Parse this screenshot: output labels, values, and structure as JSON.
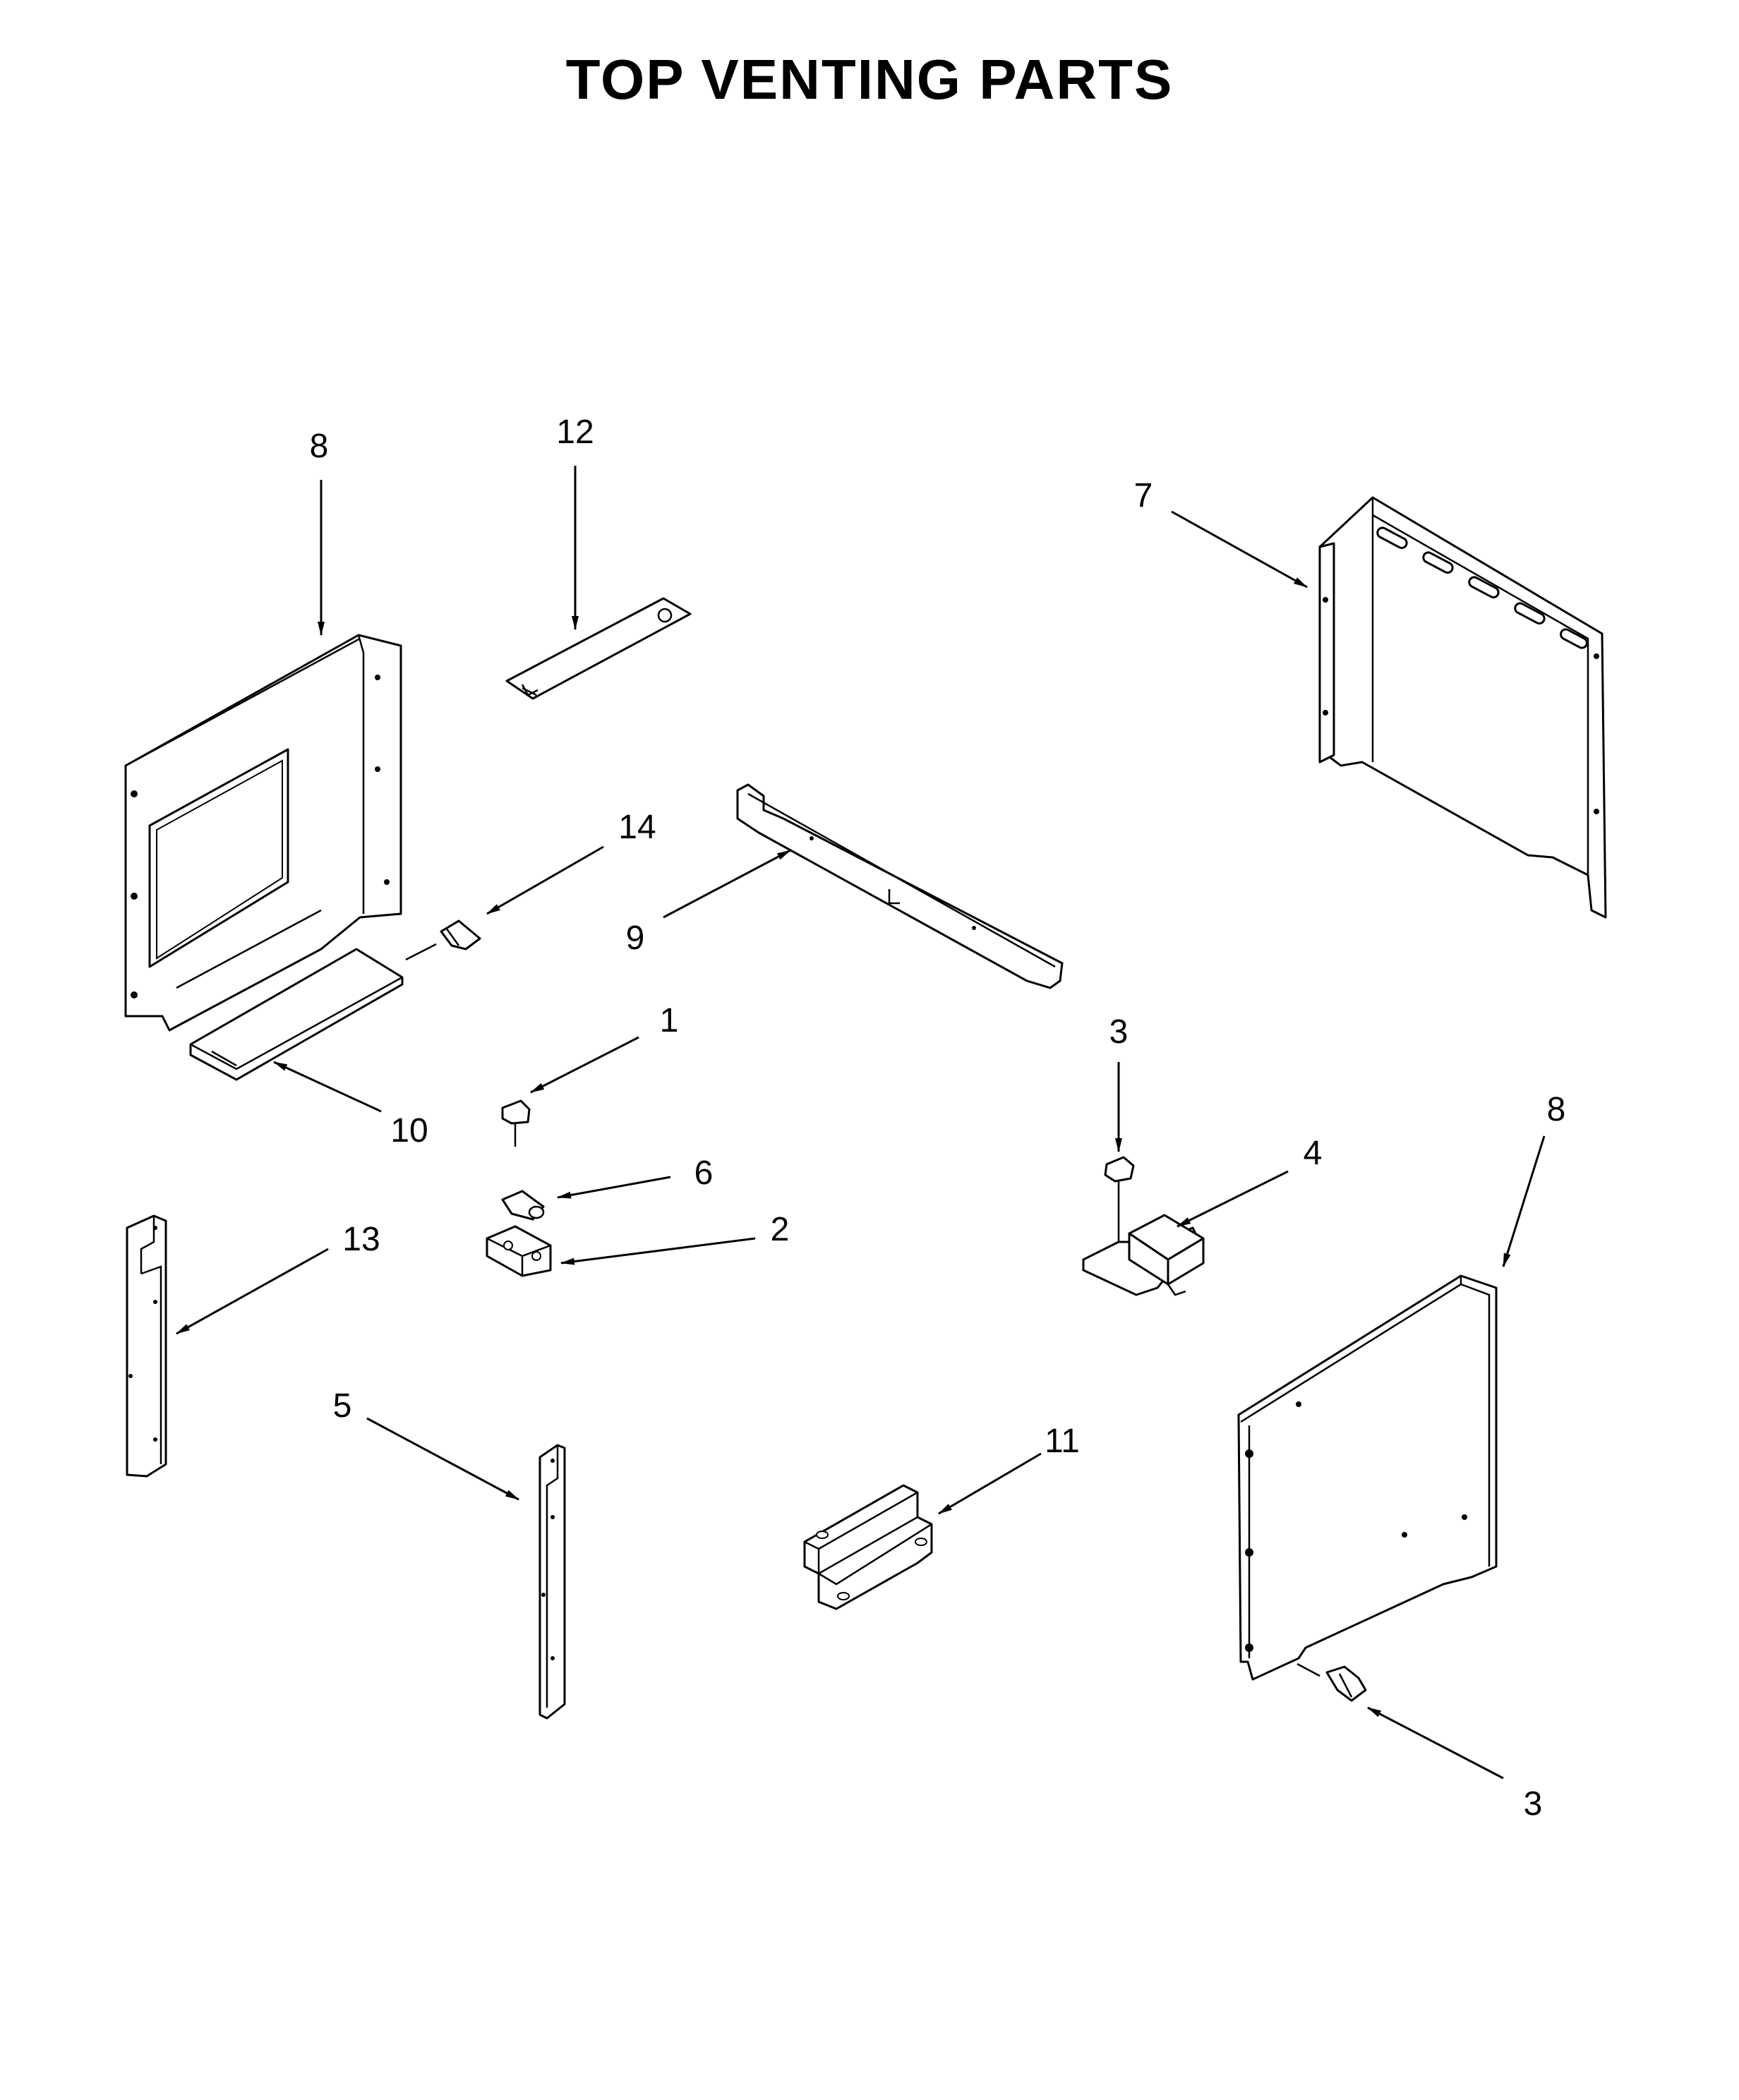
{
  "title": "TOP VENTING PARTS",
  "callouts": [
    {
      "id": "c8a",
      "label": "8"
    },
    {
      "id": "c12",
      "label": "12"
    },
    {
      "id": "c7",
      "label": "7"
    },
    {
      "id": "c14",
      "label": "14"
    },
    {
      "id": "c9",
      "label": "9"
    },
    {
      "id": "c1",
      "label": "1"
    },
    {
      "id": "c3a",
      "label": "3"
    },
    {
      "id": "c8b",
      "label": "8"
    },
    {
      "id": "c10",
      "label": "10"
    },
    {
      "id": "c6",
      "label": "6"
    },
    {
      "id": "c4",
      "label": "4"
    },
    {
      "id": "c2",
      "label": "2"
    },
    {
      "id": "c13",
      "label": "13"
    },
    {
      "id": "c5",
      "label": "5"
    },
    {
      "id": "c11",
      "label": "11"
    },
    {
      "id": "c3b",
      "label": "3"
    }
  ]
}
